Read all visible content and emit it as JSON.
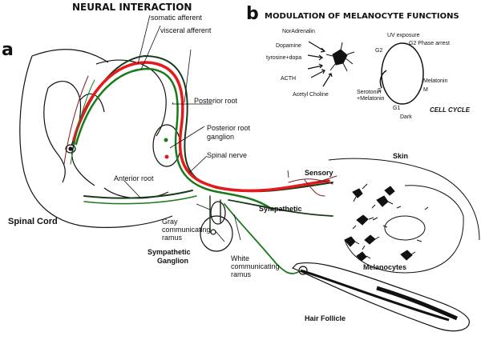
{
  "titles": {
    "neural": "NEURAL INTERACTION",
    "modulation": "MODULATION OF MELANOCYTE FUNCTIONS"
  },
  "panels": {
    "a": "a",
    "b": "b"
  },
  "labels_a": {
    "somatic": "somatic afferent",
    "visceral": "visceral afferent",
    "posterior_root": "Posterior root",
    "posterior_ganglion_1": "Posterior root",
    "posterior_ganglion_2": "ganglion",
    "spinal_nerve": "Spinal nerve",
    "anterior_root": "Anterior root",
    "spinal_cord": "Spinal Cord",
    "gray_1": "Gray",
    "gray_2": "communicating",
    "gray_3": "ramus",
    "symp_ganglion_1": "Sympathetic",
    "symp_ganglion_2": "Ganglion",
    "white_1": "White",
    "white_2": "communicating",
    "white_3": "ramus",
    "sensory": "Sensory",
    "sympathetic": "Sympathetic",
    "skin": "Skin",
    "melanocytes": "Melanocytes",
    "hair_follicle": "Hair Follicle"
  },
  "labels_b": {
    "noradrenalin": "NorAdrenalin",
    "dopamine": "Dopamine",
    "tyrosine": "tyrosine+dopa",
    "acth": "ACTH",
    "acetyl": "Acetyl Choline",
    "uv": "UV exposure",
    "g2": "G2",
    "g2_phase": "G2 Phase arrest",
    "s": "S",
    "m": "M",
    "g1": "G1",
    "serotonin_1": "Serotonin",
    "serotonin_2": "+Melatonin",
    "melatonin": "Melatonin",
    "dark": "Dark",
    "cell_cycle": "CELL CYCLE"
  },
  "colors": {
    "red_fiber": "#e41a1c",
    "green_fiber": "#1a7a1a",
    "dark_fiber": "#1b3a1b",
    "ink": "#111111",
    "sensory_fiber": "#7a1f1f"
  }
}
